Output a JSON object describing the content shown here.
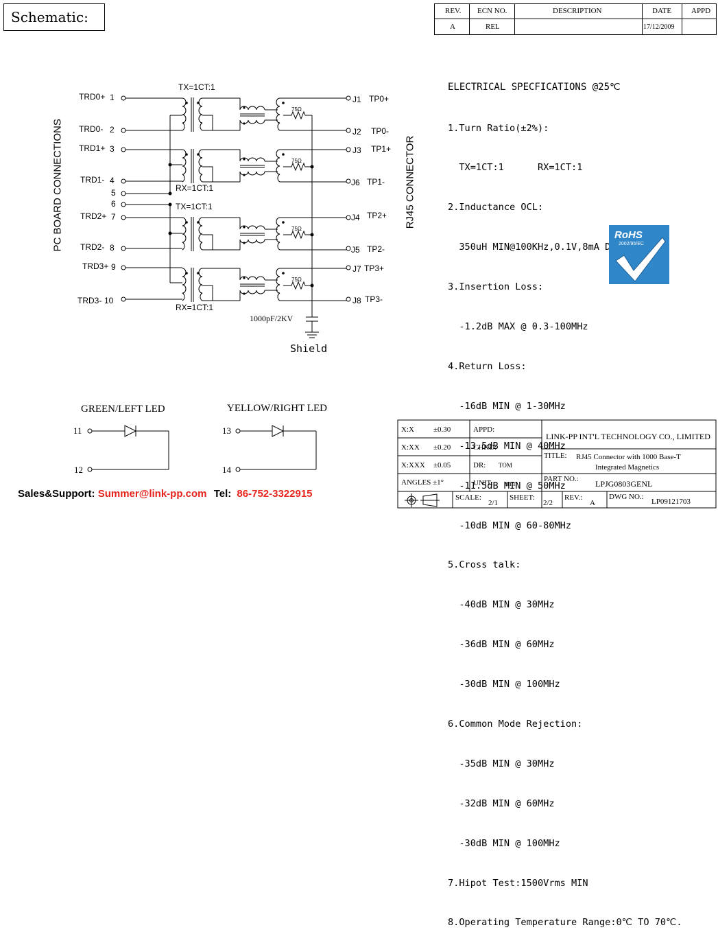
{
  "header": {
    "title": "Schematic:"
  },
  "revision_table": {
    "headers": [
      "REV.",
      "ECN NO.",
      "DESCRIPTION",
      "DATE",
      "APPD"
    ],
    "row": [
      "A",
      "REL",
      "",
      "17/12/2009",
      ""
    ]
  },
  "schematic": {
    "left_label": "PC BOARD CONNECTIONS",
    "right_label": "RJ45 CONNECTOR",
    "pins_left": [
      {
        "name": "TRD0+",
        "num": "1"
      },
      {
        "name": "TRD0-",
        "num": "2"
      },
      {
        "name": "TRD1+",
        "num": "3"
      },
      {
        "name": "TRD1-",
        "num": "4"
      },
      {
        "name": "",
        "num": "5"
      },
      {
        "name": "",
        "num": "6"
      },
      {
        "name": "TRD2+",
        "num": "7"
      },
      {
        "name": "TRD2-",
        "num": "8"
      },
      {
        "name": "TRD3+",
        "num": "9"
      },
      {
        "name": "TRD3-",
        "num": "10"
      }
    ],
    "pins_right": [
      {
        "num": "J1",
        "name": "TP0+"
      },
      {
        "num": "J2",
        "name": "TP0-"
      },
      {
        "num": "J3",
        "name": "TP1+"
      },
      {
        "num": "J6",
        "name": "TP1-"
      },
      {
        "num": "J4",
        "name": "TP2+"
      },
      {
        "num": "J5",
        "name": "TP2-"
      },
      {
        "num": "J7",
        "name": "TP3+"
      },
      {
        "num": "J8",
        "name": "TP3-"
      }
    ],
    "ratio_labels": [
      "TX=1CT:1",
      "RX=1CT:1",
      "TX=1CT:1",
      "RX=1CT:1"
    ],
    "resistor_label": "75Ω",
    "capacitor_label": "1000pF/2KV",
    "shield_label": "Shield"
  },
  "specs": {
    "heading": "ELECTRICAL SPECFICATIONS @25℃",
    "lines": [
      "1.Turn Ratio(±2%):",
      "  TX=1CT:1      RX=1CT:1",
      "2.Inductance OCL:",
      "  350uH MIN@100KHz,0.1V,8mA DC Bias",
      "3.Insertion Loss:",
      "  -1.2dB MAX @ 0.3-100MHz",
      "4.Return Loss:",
      "  -16dB MIN @ 1-30MHz",
      "  -13.5dB MIN @ 40MHz",
      "  -11.5dB MIN @ 50MHz",
      "  -10dB MIN @ 60-80MHz",
      "5.Cross talk:",
      "  -40dB MIN @ 30MHz",
      "  -36dB MIN @ 60MHz",
      "  -30dB MIN @ 100MHz",
      "6.Common Mode Rejection:",
      "  -35dB MIN @ 30MHz",
      "  -32dB MIN @ 60MHz",
      "  -30dB MIN @ 100MHz",
      "7.Hipot Test:1500Vrms MIN",
      "8.Operating Temperature Range:0℃ TO 70℃."
    ]
  },
  "rohs": {
    "title": "RoHS",
    "subtitle": "2002/95/EC"
  },
  "leds": {
    "green": {
      "title": "GREEN/LEFT LED",
      "pin_a": "11",
      "pin_b": "12"
    },
    "yellow": {
      "title": "YELLOW/RIGHT LED",
      "pin_a": "13",
      "pin_b": "14"
    }
  },
  "footer": {
    "sales_label": "Sales&Support:",
    "email": "Summer@link-pp.com",
    "tel_label": "Tel:",
    "tel": "86-752-3322915"
  },
  "title_block": {
    "tol1_label": "X:X",
    "tol1_value": "±0.30",
    "tol2_label": "X:XX",
    "tol2_value": "±0.20",
    "tol3_label": "X:XXX",
    "tol3_value": "±0.05",
    "angles": "ANGLES ±1°",
    "appd": "APPD:",
    "chkd": "CHKD:",
    "dr": "DR:",
    "dr_value": "TOM",
    "unit": "UNIT:",
    "unit_value": "mm",
    "company": "LINK-PP INT'L TECHNOLOGY CO., LIMITED",
    "title_label": "TITLE:",
    "title_line1": "RJ45 Connector with 1000 Base-T",
    "title_line2": "Integrated Magnetics",
    "part_label": "PART NO.:",
    "part_value": "LPJG0803GENL",
    "scale_label": "SCALE:",
    "scale_value": "2/1",
    "sheet_label": "SHEET:",
    "sheet_value": "2/2",
    "rev_label": "REV.:",
    "rev_value": "A",
    "dwg_label": "DWG NO.:",
    "dwg_value": "LP09121703"
  }
}
